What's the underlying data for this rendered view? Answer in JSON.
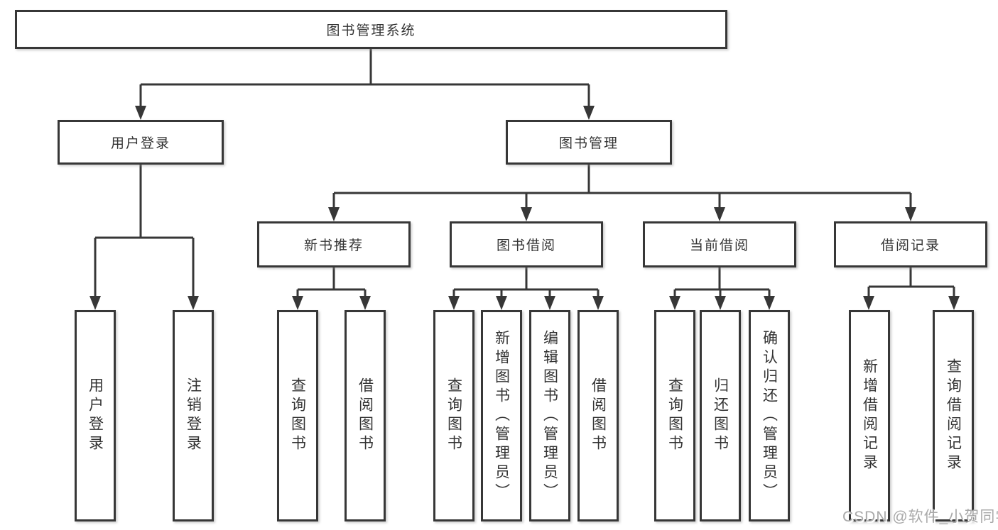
{
  "diagram": {
    "root": {
      "label": "图书管理系统"
    },
    "level2": [
      {
        "label": "用户登录"
      },
      {
        "label": "图书管理"
      }
    ],
    "level3": [
      {
        "label": "新书推荐"
      },
      {
        "label": "图书借阅"
      },
      {
        "label": "当前借阅"
      },
      {
        "label": "借阅记录"
      }
    ],
    "leaves": [
      {
        "label": "用户登录"
      },
      {
        "label": "注销登录"
      },
      {
        "label": "查询图书"
      },
      {
        "label": "借阅图书"
      },
      {
        "label": "查询图书"
      },
      {
        "label": "新增图书（管理员）"
      },
      {
        "label": "编辑图书（管理员）"
      },
      {
        "label": "借阅图书"
      },
      {
        "label": "查询图书"
      },
      {
        "label": "归还图书"
      },
      {
        "label": "确认归还（管理员）"
      },
      {
        "label": "新增借阅记录"
      },
      {
        "label": "查询借阅记录"
      }
    ]
  },
  "watermark": {
    "text": "CSDN @软件_小贺同学"
  },
  "colors": {
    "line": "#373737",
    "text": "#333333",
    "background": "#ffffff",
    "watermark": "#a9a9a9"
  }
}
